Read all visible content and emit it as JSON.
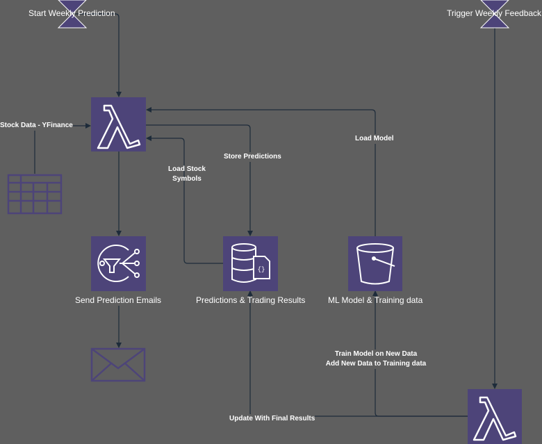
{
  "colors": {
    "background": "#5f5f5f",
    "node_fill": "#4d4479",
    "node_stroke": "#ffffff",
    "arrow": "#1d2b3a",
    "text": "#ffffff"
  },
  "triggers": {
    "start": "Start Weekly Prediction",
    "feedback": "Trigger Weekly Feedback"
  },
  "nodes": {
    "lambda_main": {
      "icon": "lambda-icon"
    },
    "lambda_feedback": {
      "icon": "lambda-icon"
    },
    "sns": {
      "icon": "sns-topic-icon",
      "label": "Send Prediction Emails"
    },
    "dynamodb": {
      "icon": "dynamodb-table-icon",
      "label": "Predictions & Trading Results"
    },
    "s3": {
      "icon": "s3-bucket-icon",
      "label": "ML Model & Training data"
    },
    "spreadsheet": {
      "icon": "spreadsheet-icon"
    },
    "email": {
      "icon": "envelope-icon"
    }
  },
  "edges": {
    "stock_data": "Stock Data - YFinance",
    "load_symbols_1": "Load Stock",
    "load_symbols_2": "Symbols",
    "store_predictions": "Store Predictions",
    "load_model": "Load Model",
    "train_1": "Train Model on New Data",
    "train_2": "Add New Data to Training data",
    "update_results": "Update With Final Results"
  }
}
